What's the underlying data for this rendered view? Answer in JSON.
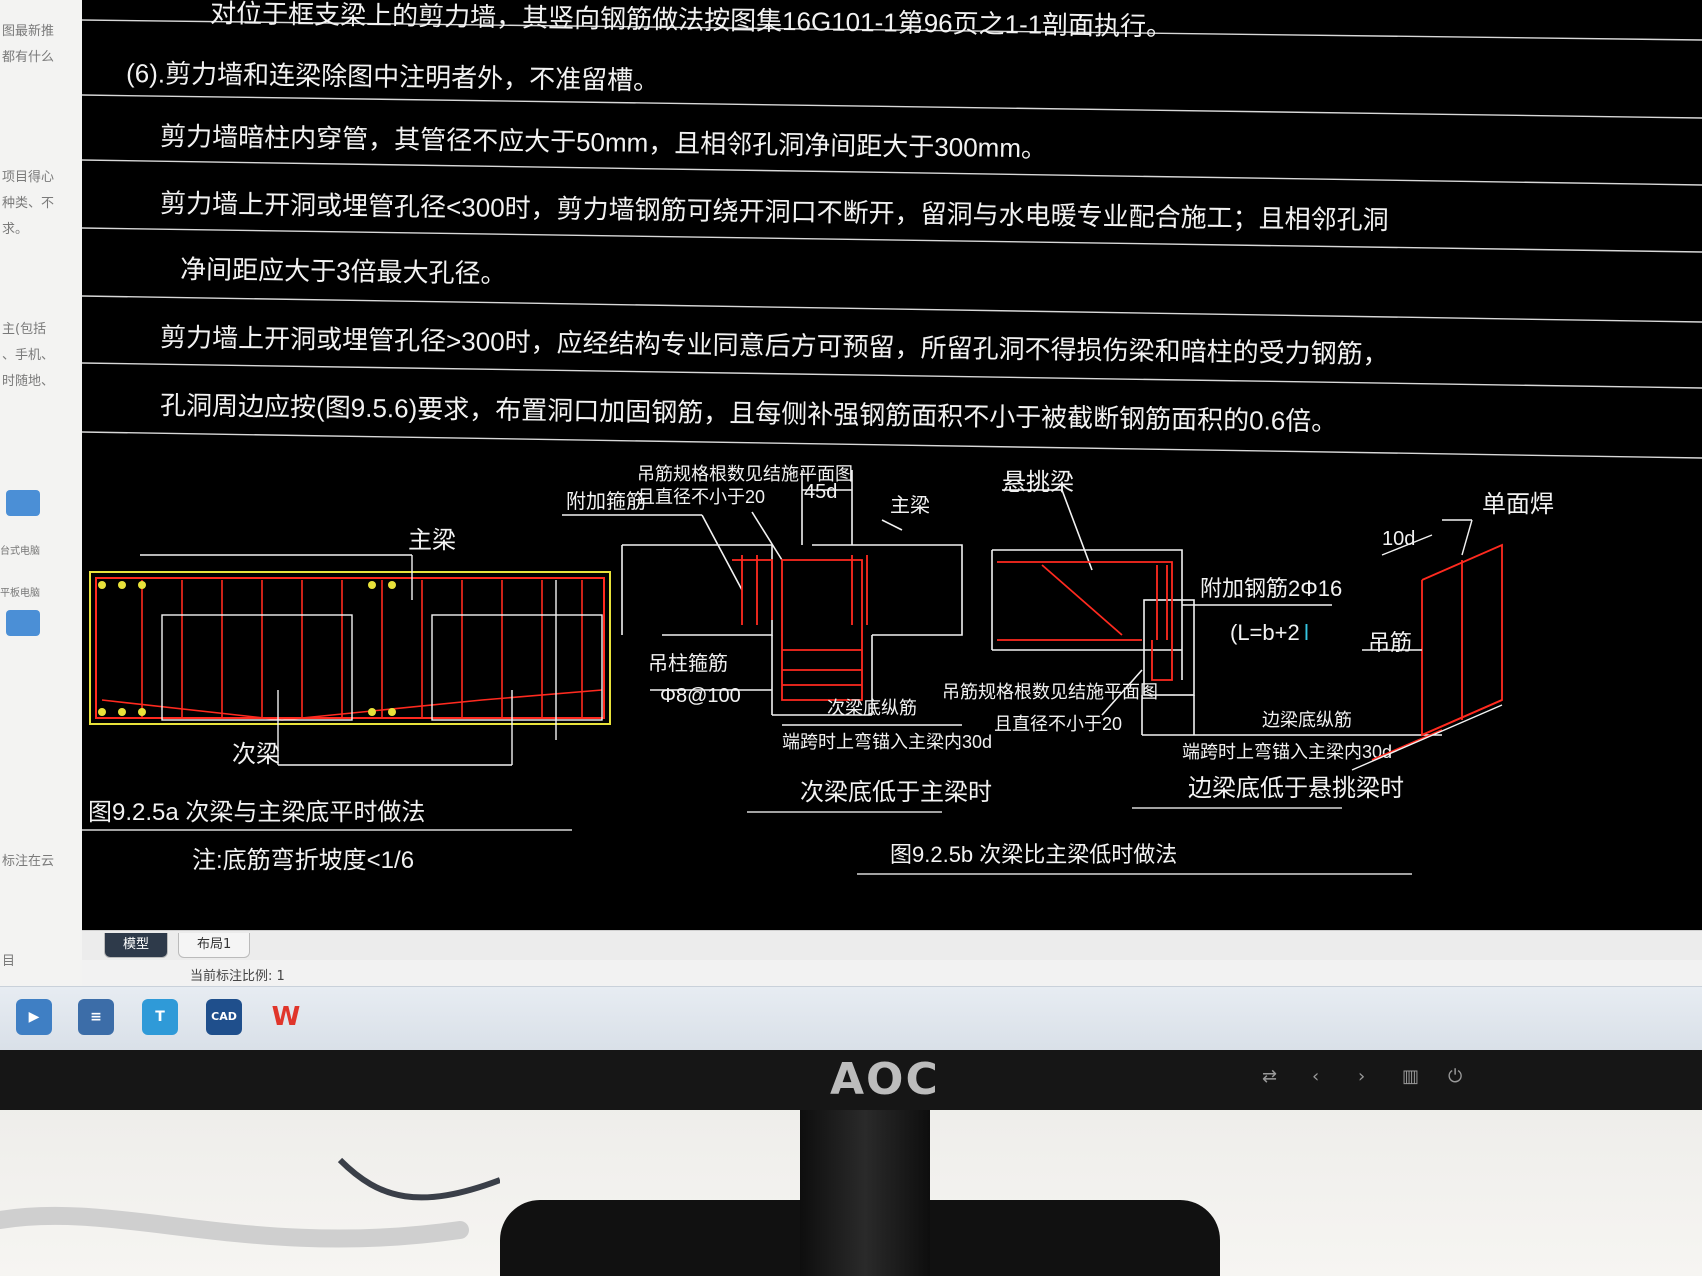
{
  "notes": {
    "line1": "对位于框支梁上的剪力墙，其竖向钢筋做法按图集16G101-1第96页之1-1剖面执行。",
    "line2": "(6).剪力墙和连梁除图中注明者外，不准留槽。",
    "line3": "剪力墙暗柱内穿管，其管径不应大于50mm，且相邻孔洞净间距大于300mm。",
    "line4": "剪力墙上开洞或埋管孔径<300时，剪力墙钢筋可绕开洞口不断开，留洞与水电暖专业配合施工；且相邻孔洞",
    "line5": "净间距应大于3倍最大孔径。",
    "line6": "剪力墙上开洞或埋管孔径>300时，应经结构专业同意后方可预留，所留孔洞不得损伤梁和暗柱的受力钢筋，",
    "line7": "孔洞周边应按(图9.5.6)要求，布置洞口加固钢筋，且每侧补强钢筋面积不小于被截断钢筋面积的0.6倍。"
  },
  "drawing": {
    "labels": {
      "main_beam_a": "主梁",
      "secondary_beam": "次梁",
      "extra_stirrup": "附加箍筋",
      "hanger_spec": "吊筋规格根数见结施平面图",
      "hanger_dia": "且直径不小于20",
      "len_45d": "45d",
      "main_beam_b": "主梁",
      "hanger_stirrup": "吊柱箍筋",
      "hanger_stirrup_spec": "Φ8@100",
      "sec_bottom_bar": "次梁底纵筋",
      "anchor_30d": "端跨时上弯锚入主梁内30d",
      "cantilever_beam": "悬挑梁",
      "extra_bar": "附加钢筋2Φ16",
      "extra_bar_len": "(L=b+2",
      "hanger_spec_2": "吊筋规格根数见结施平面图",
      "hanger_dia_2": "且直径不小于20",
      "edge_bottom_bar": "边梁底纵筋",
      "anchor_30d_2": "端跨时上弯锚入主梁内30d",
      "single_weld": "单面焊",
      "len_10d": "10d",
      "hanger": "吊筋"
    },
    "captions": {
      "fig_a": "图9.2.5a  次梁与主梁底平时做法",
      "note_a": "注:底筋弯折坡度<1/6",
      "sub_b1": "次梁底低于主梁时",
      "sub_b2": "边梁底低于悬挑梁时",
      "fig_b": "图9.2.5b  次梁比主梁低时做法"
    }
  },
  "tabs": {
    "model": "模型",
    "layout1": "布局1"
  },
  "status": {
    "annotation_scale": "当前标注比例: 1"
  },
  "left_panel": {
    "frag1": "图最新推",
    "frag2": "都有什么",
    "frag3": "项目得心",
    "frag4": "种类、不",
    "frag5": "求。",
    "frag6": "主(包括",
    "frag7": "、手机、",
    "frag8": "时随地、",
    "dev1": "台式电脑",
    "dev2": "平板电脑",
    "frag9": "标注在云",
    "frag10": "目"
  },
  "taskbar": {
    "cad_label": "CAD"
  },
  "monitor": {
    "brand": "AOC"
  },
  "colors": {
    "cad_bg": "#000000",
    "rebar_red": "#ff2a1f",
    "line_white": "#f2f2f2",
    "outline_yellow": "#e8e23a",
    "accent_cyan": "#35c4e0"
  }
}
